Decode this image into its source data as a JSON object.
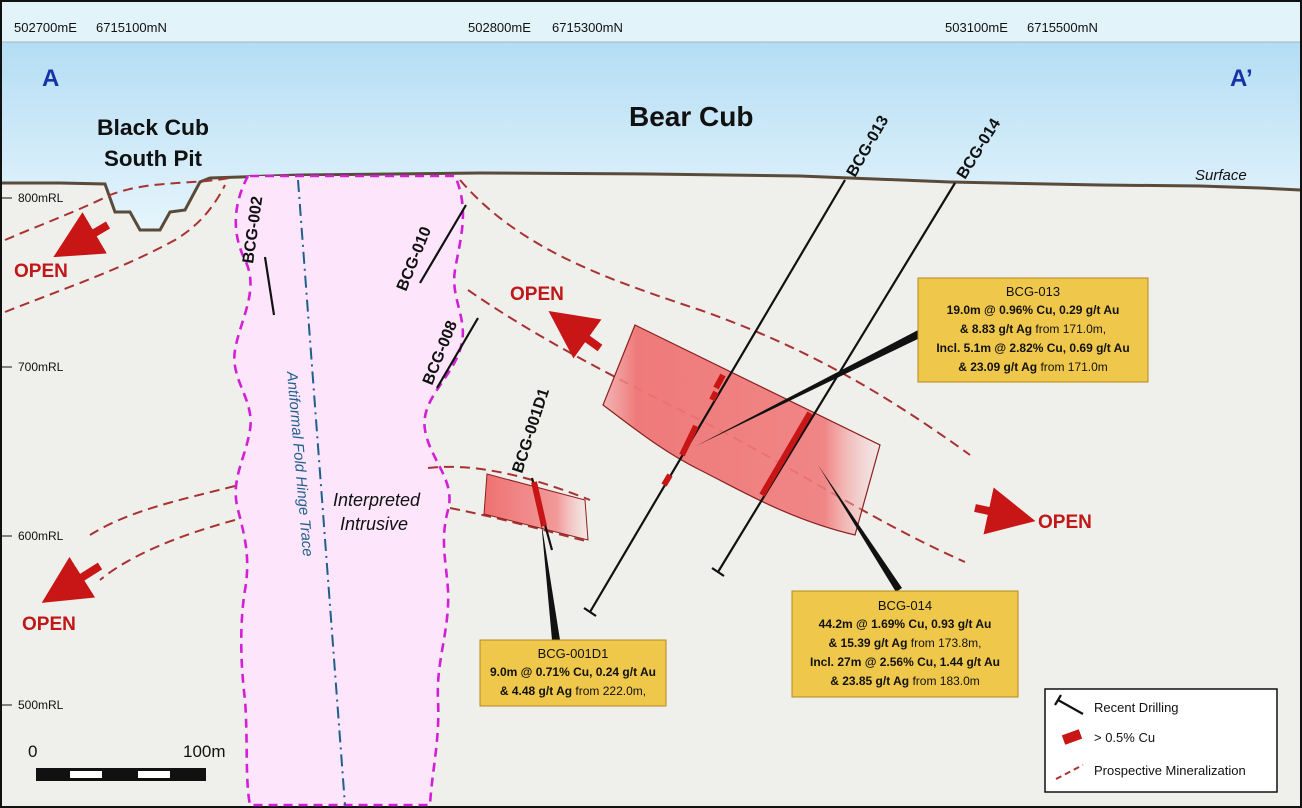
{
  "section": {
    "start_label": "A",
    "end_label": "A’",
    "coords": [
      {
        "e": "502700mE",
        "n": "6715100mN"
      },
      {
        "e": "502800mE",
        "n": "6715300mN"
      },
      {
        "e": "503100mE",
        "n": "6715500mN"
      }
    ],
    "rl_labels": [
      "800mRL",
      "700mRL",
      "600mRL",
      "500mRL"
    ],
    "surface_label": "Surface"
  },
  "areas": {
    "bear_cub": "Bear Cub",
    "black_cub_line1": "Black Cub",
    "black_cub_line2": "South Pit",
    "intrusive_line1": "Interpreted",
    "intrusive_line2": "Intrusive",
    "fold_trace": "Antiformal Fold Hinge Trace"
  },
  "open_label": "OPEN",
  "holes": [
    "BCG-002",
    "BCG-010",
    "BCG-008",
    "BCG-001D1",
    "BCG-013",
    "BCG-014"
  ],
  "callouts": {
    "bcg013": {
      "title": "BCG-013",
      "lines": [
        {
          "b": "19.0m @ 0.96% Cu, 0.29 g/t Au",
          "n": ""
        },
        {
          "b": "& 8.83 g/t Ag",
          "n": " from 171.0m,"
        },
        {
          "b": "Incl. 5.1m @ 2.82% Cu, 0.69 g/t Au",
          "n": ""
        },
        {
          "b": "& 23.09 g/t Ag",
          "n": " from 171.0m"
        }
      ]
    },
    "bcg014": {
      "title": "BCG-014",
      "lines": [
        {
          "b": "44.2m @ 1.69% Cu, 0.93 g/t Au",
          "n": ""
        },
        {
          "b": "& 15.39 g/t Ag",
          "n": " from 173.8m,"
        },
        {
          "b": "Incl. 27m @ 2.56% Cu, 1.44 g/t Au",
          "n": ""
        },
        {
          "b": "& 23.85 g/t Ag",
          "n": " from 183.0m"
        }
      ]
    },
    "bcg001d1": {
      "title": "BCG-001D1",
      "lines": [
        {
          "b": "9.0m @ 0.71% Cu, 0.24 g/t Au",
          "n": ""
        },
        {
          "b": "& 4.48 g/t Ag",
          "n": " from 222.0m,"
        }
      ]
    }
  },
  "scale": {
    "start": "0",
    "end": "100m"
  },
  "legend": {
    "items": [
      "Recent Drilling",
      "> 0.5% Cu",
      "Prospective Mineralization"
    ]
  },
  "colors": {
    "sky": "#cfe9f7",
    "ground": "#efefec",
    "intrusive_fill": "#fde6fb",
    "intrusive_outline": "#d31fd6",
    "mineral": "#ef6a6a",
    "high_grade": "#c81515",
    "dashed": "#a83232",
    "callout": "#efc84b",
    "section_label": "#1633a8"
  }
}
